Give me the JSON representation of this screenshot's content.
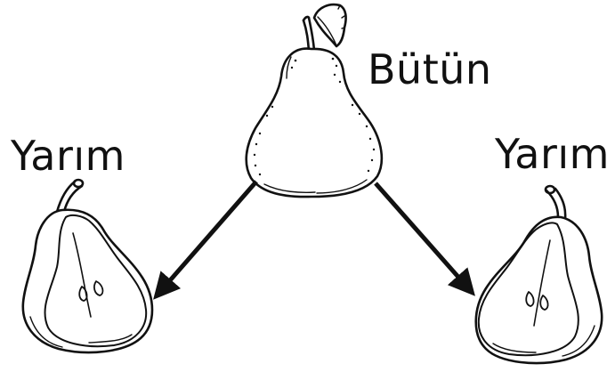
{
  "labels": {
    "whole": "Bütün",
    "left_half": "Yarım",
    "right_half": "Yarım"
  },
  "colors": {
    "ink": "#111111",
    "background": "#ffffff"
  },
  "icons": {
    "whole_pear": "whole-pear-icon",
    "left_half_pear": "half-pear-icon",
    "right_half_pear": "half-pear-icon"
  }
}
